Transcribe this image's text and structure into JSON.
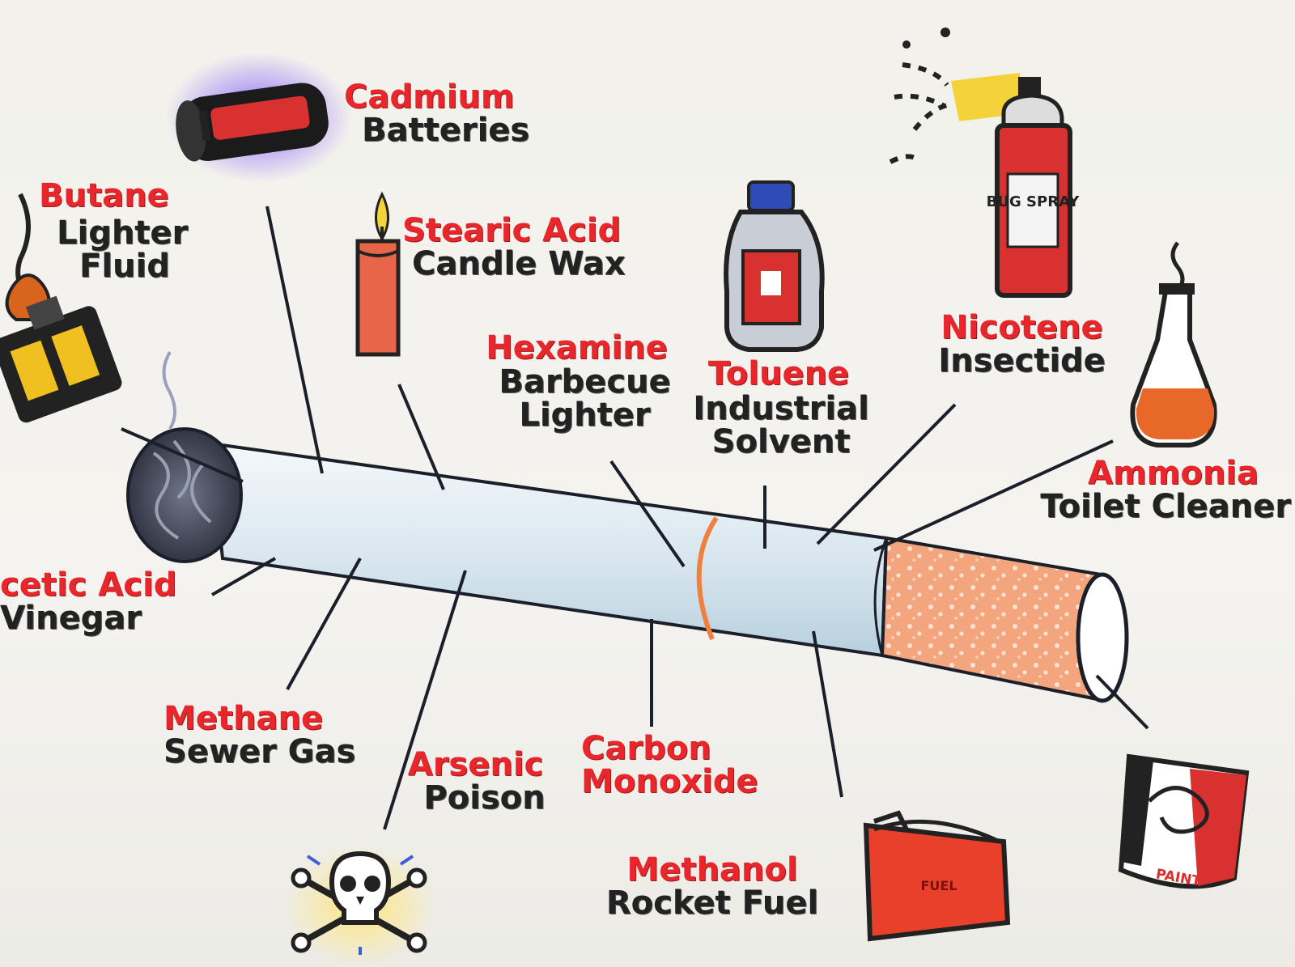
{
  "colors": {
    "chemical_label": "#e8262b",
    "use_label": "#222222",
    "paper": "#1b2a7a",
    "filter": "#f3a57e",
    "background": "#f2f1ec"
  },
  "labels": [
    {
      "chemical": "Cadmium",
      "use": "Batteries",
      "icon": "battery-icon"
    },
    {
      "chemical": "Butane",
      "use": "Lighter\nFluid",
      "icon": "lighter-icon"
    },
    {
      "chemical": "Stearic Acid",
      "use": "Candle Wax",
      "icon": "candle-icon"
    },
    {
      "chemical": "Hexamine",
      "use": "Barbecue\nLighter",
      "icon": ""
    },
    {
      "chemical": "Toluene",
      "use": "Industrial\nSolvent",
      "icon": "solvent-bottle-icon"
    },
    {
      "chemical": "Nicotene",
      "use": "Insectide",
      "icon": "spray-can-icon"
    },
    {
      "chemical": "Ammonia",
      "use": "Toilet Cleaner",
      "icon": "flask-icon"
    },
    {
      "chemical": "cetic Acid",
      "use": "Vinegar",
      "icon": ""
    },
    {
      "chemical": "Methane",
      "use": "Sewer Gas",
      "icon": ""
    },
    {
      "chemical": "Arsenic",
      "use": "Poison",
      "icon": "skull-crossbones-icon"
    },
    {
      "chemical": "Carbon\nMonoxide",
      "use": "",
      "icon": ""
    },
    {
      "chemical": "Methanol",
      "use": "Rocket Fuel",
      "icon": "fuel-can-icon"
    }
  ],
  "icons": {
    "fuel_can_text": "FUEL",
    "paint_can_text": "PAINT",
    "spray_can_text": "BUG SPRAY"
  }
}
